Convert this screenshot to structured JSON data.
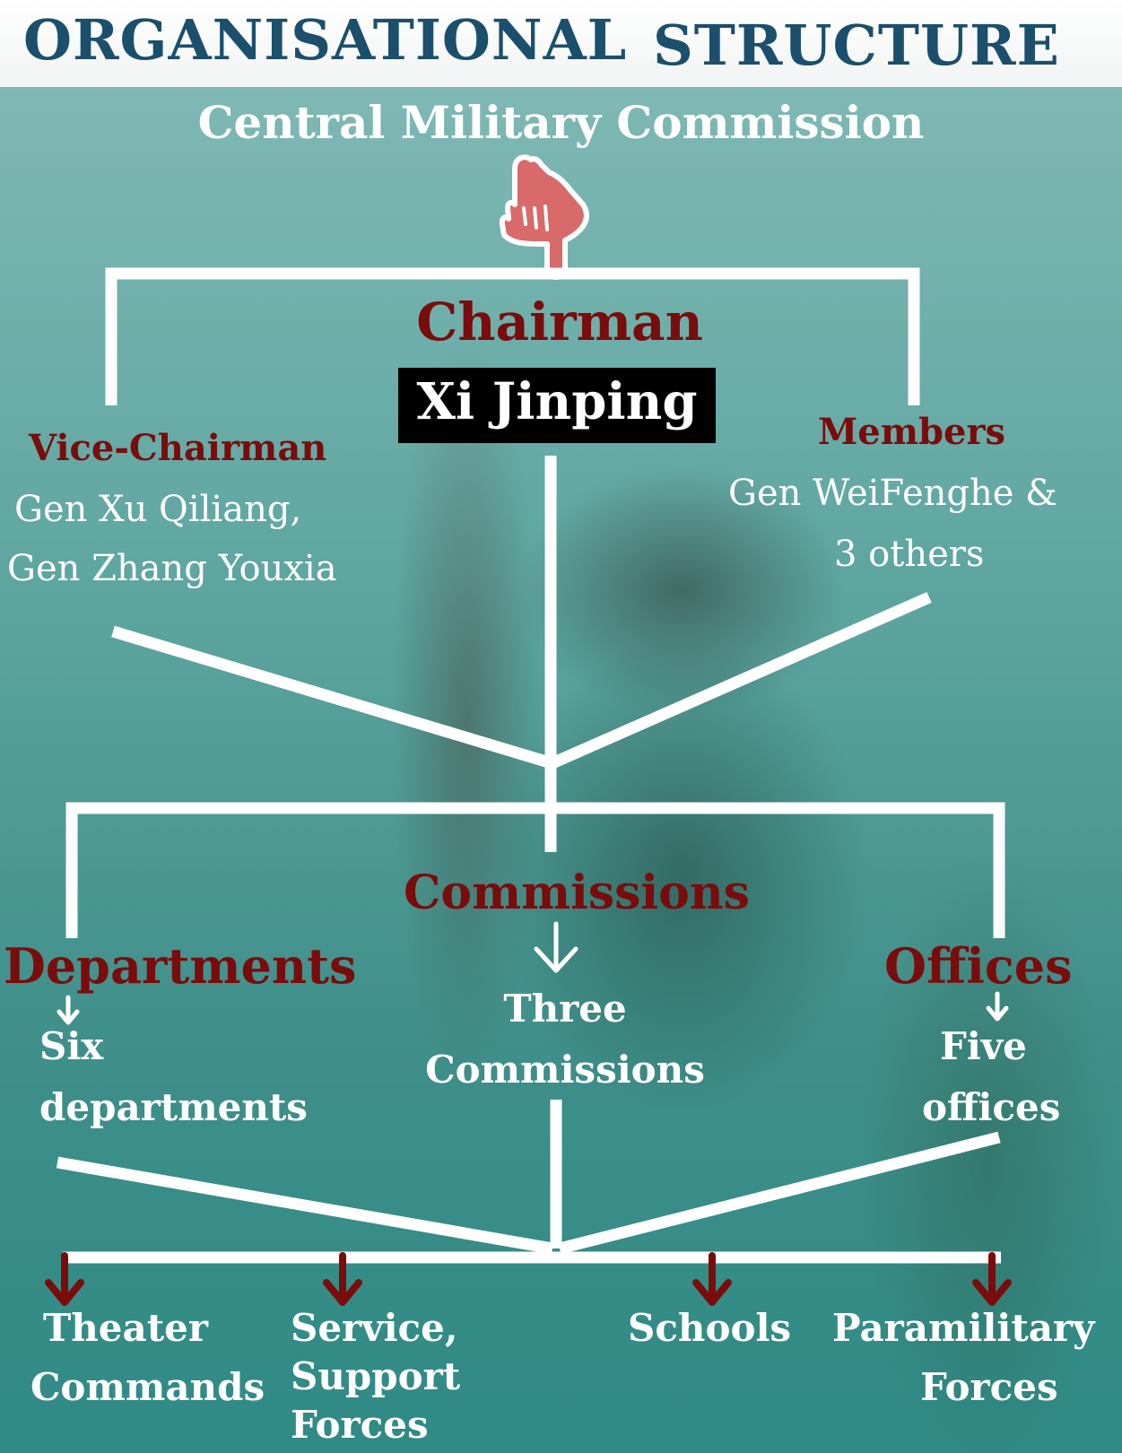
{
  "header": {
    "title_part1": "ORGANISATIONAL",
    "title_part2": "STRUCTURE"
  },
  "top": {
    "title": "Central Military Commission",
    "icon": "pointing-hand-down-icon"
  },
  "chairman": {
    "role": "Chairman",
    "name": "Xi Jinping"
  },
  "vice_chairman": {
    "role": "Vice-Chairman",
    "line1": "Gen Xu Qiliang,",
    "line2": "Gen Zhang Youxia"
  },
  "members": {
    "role": "Members",
    "line1": "Gen WeiFenghe &",
    "line2": "3 others"
  },
  "level2": {
    "commissions": {
      "title": "Commissions",
      "line1": "Three",
      "line2": "Commissions"
    },
    "departments": {
      "title": "Departments",
      "line1": "Six",
      "line2": "departments"
    },
    "offices": {
      "title": "Offices",
      "line1": "Five",
      "line2": "offices"
    }
  },
  "level3": {
    "theater": {
      "line1": "Theater",
      "line2": "Commands"
    },
    "service": {
      "line1": "Service,",
      "line2": "Support",
      "line3": "Forces"
    },
    "schools": {
      "line1": "Schools"
    },
    "paramilitary": {
      "line1": "Paramilitary",
      "line2": "Forces"
    }
  },
  "colors": {
    "header_text": "#1b4f6b",
    "role_red": "#7a0c0c",
    "line_white": "#ffffff",
    "arrow_red": "#7a0c0c",
    "hand_fill": "#d86a6a"
  }
}
